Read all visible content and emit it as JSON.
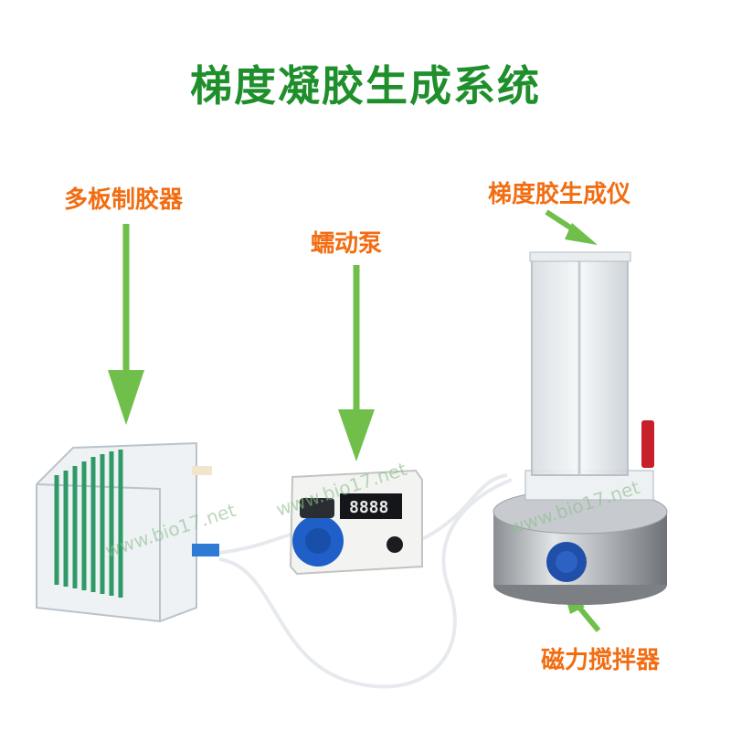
{
  "title": "梯度凝胶生成系统",
  "labels": {
    "gel_caster": "多板制胶器",
    "peristaltic_pump": "蠕动泵",
    "gradient_maker": "梯度胶生成仪",
    "magnetic_stirrer": "磁力搅拌器"
  },
  "watermark": "www.bio17.net",
  "pump_display": "8888",
  "colors": {
    "title": "#1f8f2c",
    "label": "#f26d12",
    "arrow": "#6fbf4a",
    "pump_head": "#1f5fc7",
    "stirrer_knob": "#1f4fa8"
  }
}
